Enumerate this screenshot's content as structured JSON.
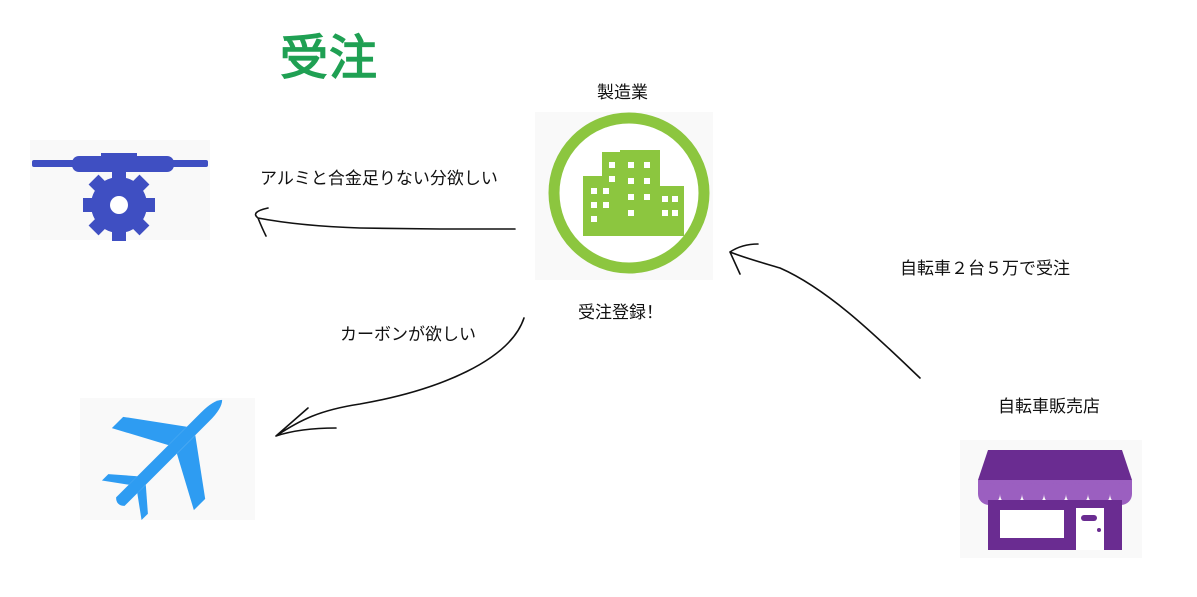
{
  "title": "受注",
  "nodes": {
    "manufacturer": {
      "label": "製造業",
      "status": "受注登録！",
      "icon": "buildings-icon"
    },
    "parts_supplier": {
      "icon": "gear-icon"
    },
    "aircraft": {
      "icon": "airplane-icon"
    },
    "bike_shop": {
      "label": "自転車販売店",
      "icon": "storefront-icon"
    }
  },
  "arrows": {
    "to_parts": "アルミと合金足りない分欲しい",
    "to_aircraft": "カーボンが欲しい",
    "from_shop": "自転車２台５万で受注"
  },
  "colors": {
    "title": "#1fa053",
    "manufacturer": "#8cc63f",
    "gear": "#3f4fc2",
    "airplane": "#2e9cf2",
    "store": "#6a2c91",
    "store_light": "#9b5fc0"
  }
}
